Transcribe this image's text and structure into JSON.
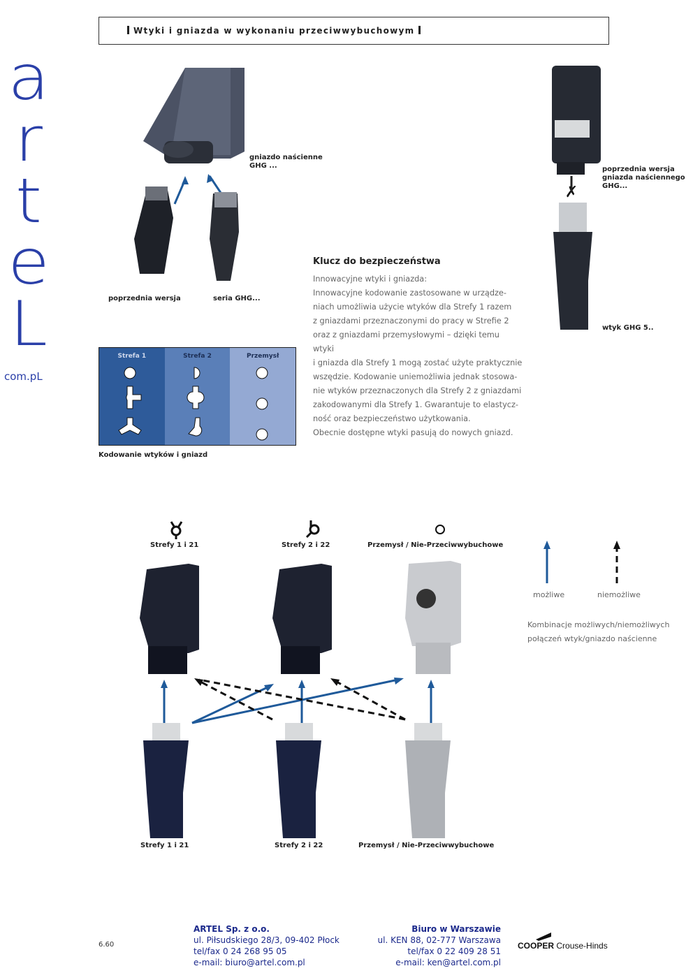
{
  "header": {
    "title": "Wtyki i gniazda w wykonaniu przeciwwybuchowym"
  },
  "logo": {
    "letters": [
      "a",
      "r",
      "t",
      "e",
      "L"
    ],
    "domain": "com.pL"
  },
  "top_left": {
    "socket_label_1": "gniazdo naścienne",
    "socket_label_2": "GHG ...",
    "plug_old_label": "poprzednia wersja",
    "plug_new_label": "seria GHG..."
  },
  "top_right": {
    "socket_label_1": "poprzednia wersja",
    "socket_label_2": "gniazda naściennego",
    "socket_label_3": "GHG...",
    "plug_label": "wtyk GHG 5.."
  },
  "article": {
    "heading": "Klucz do bezpieczeństwa",
    "lines": [
      "Innowacyjne wtyki i gniazda:",
      "Innowacyjne kodowanie zastosowane w urządze-",
      "niach umożliwia użycie wtyków dla Strefy 1 razem",
      "z gniazdami przeznaczonymi do pracy w Strefie 2",
      "oraz z gniazdami przemysłowymi – dzięki temu wtyki",
      "i gniazda dla Strefy 1 mogą zostać użyte praktycznie",
      "wszędzie. Kodowanie uniemożliwia jednak stosowa-",
      "nie wtyków przeznaczonych dla Strefy 2 z gniazdami",
      "zakodowanymi dla Strefy 1. Gwarantuje to elastycz-",
      "ność oraz bezpieczeństwo użytkowania.",
      "Obecnie dostępne wtyki pasują do nowych gniazd."
    ]
  },
  "coding_table": {
    "columns": [
      "Strefa 1",
      "Strefa 2",
      "Przemysł"
    ],
    "colors": [
      "#2e5b9a",
      "#5a7fb8",
      "#94a9d3"
    ],
    "caption": "Kodowanie wtyków i gniazd"
  },
  "diagram": {
    "socket_labels": [
      "Strefy 1 i 21",
      "Strefy 2 i 22",
      "Przemysł / Nie-Przeciwwybuchowe"
    ],
    "plug_labels": [
      "Strefy 1 i 21",
      "Strefy 2 i 22",
      "Przemysł / Nie-Przeciwwybuchowe"
    ],
    "legend": {
      "possible": "możliwe",
      "impossible": "niemożliwe",
      "desc_1": "Kombinacje możliwych/niemożliwych",
      "desc_2": "połączeń wtyk/gniazdo naścienne"
    },
    "arrow_color": "#1f5a9a"
  },
  "footer": {
    "page": "6.60",
    "company": "ARTEL Sp. z o.o.",
    "address": "ul. Piłsudskiego 28/3, 09-402 Płock",
    "phone": "tel/fax 0 24 268 95 05",
    "email": "e-mail: biuro@artel.com.pl",
    "branch": "Biuro w Warszawie",
    "branch_address": "ul. KEN 88, 02-777 Warszawa",
    "branch_phone": "tel/fax 0 22 409 28 51",
    "branch_email": "e-mail: ken@artel.com.pl",
    "brand_bold": "COOPER",
    "brand_rest": "Crouse-Hinds"
  }
}
